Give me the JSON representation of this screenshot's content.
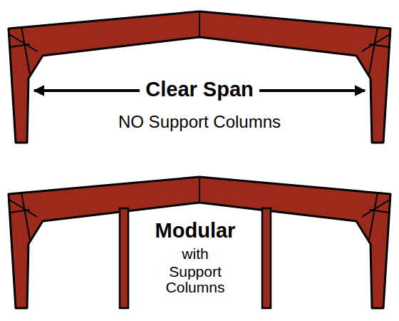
{
  "diagram": {
    "labels": [
      "Clear Span",
      "NO Support Columns",
      "Modular",
      "with",
      "Support Columns"
    ]
  }
}
